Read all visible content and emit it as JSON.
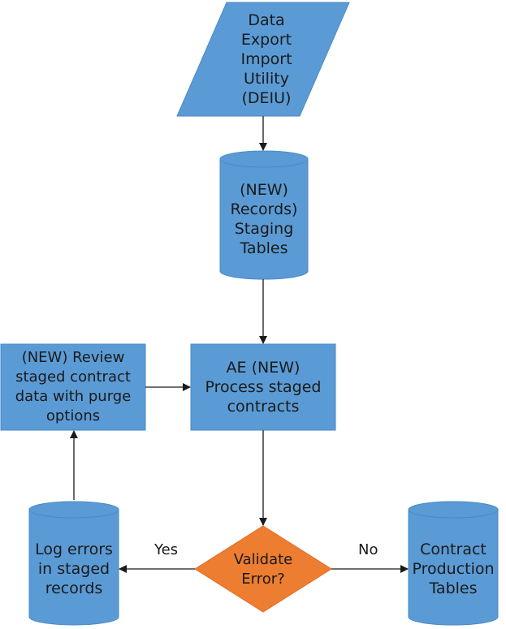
{
  "colors": {
    "shape_fill": "#5b9bd5",
    "shape_stroke": "#4a8ac6",
    "decision_fill": "#ed7d31",
    "arrow": "#1a1a1a",
    "text": "#1a1a1a"
  },
  "nodes": {
    "deiu": {
      "shape": "parallelogram",
      "label": "Data\nExport\nImport\nUtility\n(DEIU)"
    },
    "staging_tables": {
      "shape": "cylinder",
      "label": "(NEW)\nRecords)\nStaging\nTables"
    },
    "process_contracts": {
      "shape": "rectangle",
      "label": "AE (NEW)\nProcess staged\ncontracts"
    },
    "review_staged": {
      "shape": "rectangle",
      "label": "(NEW) Review\nstaged contract\ndata with purge\noptions"
    },
    "validate_error": {
      "shape": "diamond",
      "label": "Validate\nError?"
    },
    "log_errors": {
      "shape": "cylinder",
      "label": "Log errors\nin staged\nrecords"
    },
    "production_tables": {
      "shape": "cylinder",
      "label": "Contract\nProduction\nTables"
    }
  },
  "edges": {
    "yes_label": "Yes",
    "no_label": "No"
  }
}
